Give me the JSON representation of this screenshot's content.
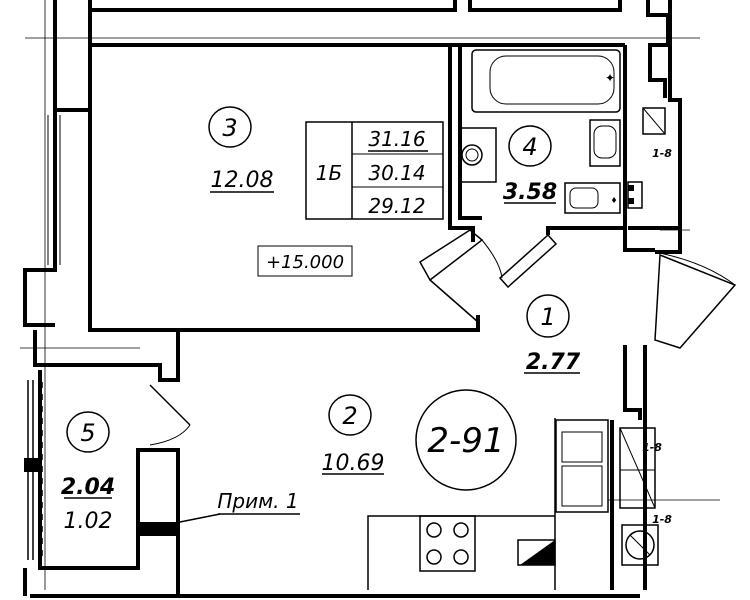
{
  "rooms": [
    {
      "number": "3",
      "area": "12.08"
    },
    {
      "number": "4",
      "area": "3.58"
    },
    {
      "number": "1",
      "area": "2.77"
    },
    {
      "number": "2",
      "area": "10.69"
    },
    {
      "number": "5",
      "area": "2.04",
      "reduced_area": "1.02"
    }
  ],
  "apartment": {
    "type": "1Б",
    "total_area": "31.16",
    "living_area_1": "30.14",
    "living_area_2": "29.12"
  },
  "elevation": "+15.000",
  "plan_label": "2-91",
  "note": "Прим. 1",
  "shaft_labels": [
    "1-8",
    "1-8",
    "1-8"
  ],
  "colors": {
    "line": "#000000",
    "background": "#ffffff"
  }
}
